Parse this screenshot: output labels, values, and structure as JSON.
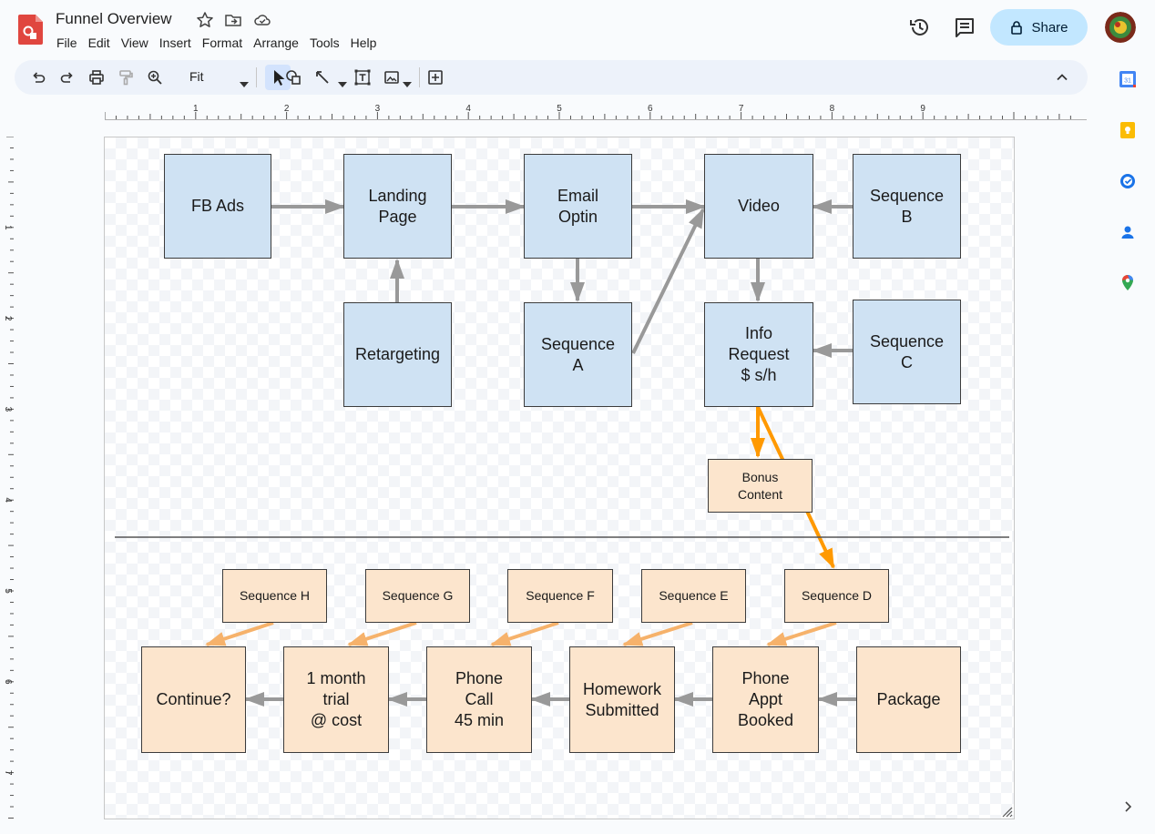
{
  "doc": {
    "title": "Funnel Overview"
  },
  "menu": [
    "File",
    "Edit",
    "View",
    "Insert",
    "Format",
    "Arrange",
    "Tools",
    "Help"
  ],
  "share": {
    "label": "Share"
  },
  "toolbar": {
    "zoom": "Fit"
  },
  "ruler": {
    "h_ticks": [
      "1",
      "2",
      "3",
      "4",
      "5",
      "6",
      "7",
      "8",
      "9"
    ],
    "v_ticks": [
      "1",
      "2",
      "3",
      "4",
      "5",
      "6",
      "7"
    ]
  },
  "diagram": {
    "nodes": {
      "fb_ads": "FB Ads",
      "landing_page": "Landing\nPage",
      "email_optin": "Email\nOptin",
      "video": "Video",
      "sequence_b": "Sequence\nB",
      "retargeting": "Retargeting",
      "sequence_a": "Sequence\nA",
      "info_request": "Info\nRequest\n$ s/h",
      "sequence_c": "Sequence\nC",
      "bonus_content": "Bonus\nContent",
      "sequence_h": "Sequence H",
      "sequence_g": "Sequence G",
      "sequence_f": "Sequence F",
      "sequence_e": "Sequence E",
      "sequence_d": "Sequence D",
      "continue": "Continue?",
      "trial": "1 month\ntrial\n@ cost",
      "phone_call": "Phone\nCall\n45 min",
      "homework": "Homework\nSubmitted",
      "phone_appt": "Phone\nAppt\nBooked",
      "package": "Package"
    }
  },
  "colors": {
    "blue_box": "#cfe2f3",
    "peach_box": "#fce5cd",
    "gray_arrow": "#999999",
    "orange_arrow": "#ff9900",
    "light_orange_arrow": "#f6b26b"
  }
}
